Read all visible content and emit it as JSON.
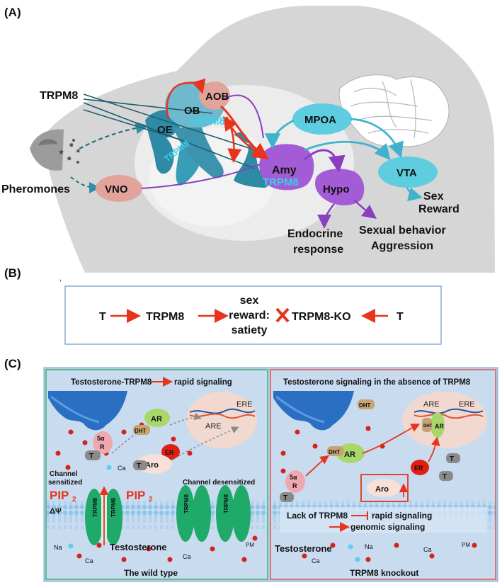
{
  "panel_a": {
    "label": "(A)",
    "trpm8": "TRPM8",
    "oe": "OE",
    "ob": "OB",
    "aob": "AOB",
    "ob_trpm8": "TRPM8",
    "oe_trpm8": "TRPM8",
    "mpoa": "MPOA",
    "amy": "Amy",
    "amy_trpm8": "TRPM8",
    "vta": "VTA",
    "hypo": "Hypo",
    "vno": "VNO",
    "pheromones": "Pheromones",
    "sex": "Sex",
    "reward": "Reward",
    "endocrine": "Endocrine",
    "response": "response",
    "sexual_behavior": "Sexual behavior",
    "aggression": "Aggression"
  },
  "panel_b": {
    "label": "(B)",
    "t_left": "T",
    "trpm8": "TRPM8",
    "sex": "sex",
    "reward": "reward:",
    "satiety": "satiety",
    "trpm8_ko": "TRPM8-KO",
    "t_right": "T"
  },
  "panel_c": {
    "label": "(C)",
    "left_title_a": "Testosterone-TRPM8",
    "left_title_b": "rapid signaling",
    "right_title": "Testosterone signaling in the absence of TRPM8",
    "wild_type": "The wild type",
    "knockout": "TRPM8 knockout",
    "channel_sensitized": "Channel",
    "channel_sensitized_2": "sensitized",
    "channel_desensitized": "Channel desensitized",
    "pip": "PIP",
    "pip_sub": "2",
    "delta_psi": "ΔΨ",
    "testosterone": "Testosterone",
    "na": "Na",
    "ca": "Ca",
    "pm": "PM",
    "ar": "AR",
    "are": "ARE",
    "ere": "ERE",
    "dht": "DHT",
    "er": "ER",
    "aro": "Aro",
    "t": "T",
    "five_alpha": "5α",
    "r": "R",
    "trpm8_channel": "TRPM8",
    "lack_of_trpm8": "Lack of TRPM8",
    "rapid_signaling": "rapid signaling",
    "genomic_signaling": "genomic signaling"
  },
  "colors": {
    "arrow_red": "#e8341c",
    "teal": "#2f8ea8",
    "purple": "#a35cd6",
    "cyan_node": "#5fcde0",
    "salmon": "#e8a89a",
    "channel_green": "#1faa6a",
    "panel_blue": "#b9cfe8"
  }
}
